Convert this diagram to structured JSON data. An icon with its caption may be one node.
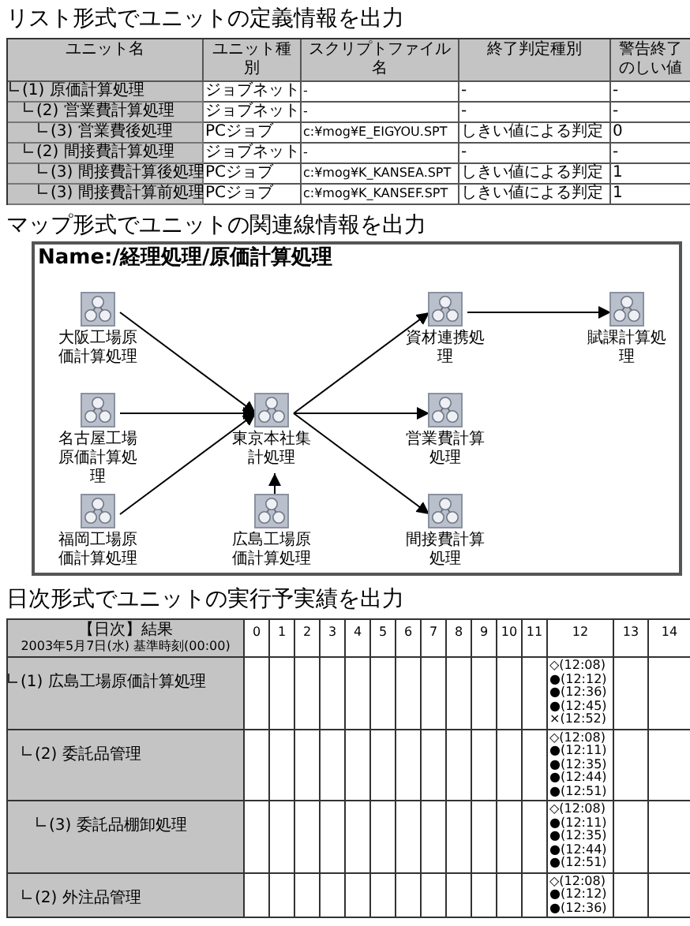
{
  "diagram": {
    "nodes": [
      {
        "text": [
          "Name:/経理処理/原価計算処理"
        ]
      },
      {
        "text": [
          "大阪工場原価計算処理"
        ],
        "in": 0
      },
      {
        "text": [
          "資材連携処理"
        ],
        "in": 0
      },
      {
        "text": [
          "賦課計算処理"
        ],
        "in": 0
      },
      {
        "text": [
          "名古屋工場原価計算処理"
        ],
        "in": 0
      },
      {
        "text": [
          "東京本社集計処理"
        ],
        "in": 0
      },
      {
        "text": [
          "営業費計算処理"
        ],
        "in": 0
      },
      {
        "text": [
          "福岡工場原価計算処理"
        ],
        "in": 0
      },
      {
        "text": [
          "広島工場原価計算処理"
        ],
        "in": 0
      },
      {
        "text": [
          "間接費計算処理"
        ],
        "in": 0
      }
    ],
    "edges": [
      {
        "from": 1,
        "to": 5,
        "arrow": "to"
      },
      {
        "from": 4,
        "to": 5,
        "arrow": "to"
      },
      {
        "from": 7,
        "to": 5,
        "arrow": "to"
      },
      {
        "from": 8,
        "to": 5,
        "arrow": "to"
      },
      {
        "from": 5,
        "to": 2,
        "arrow": "to"
      },
      {
        "from": 5,
        "to": 6,
        "arrow": "to"
      },
      {
        "from": 5,
        "to": 9,
        "arrow": "to"
      },
      {
        "from": 2,
        "to": 3,
        "arrow": "to"
      }
    ],
    "labels": [
      "リスト形式でユニットの定義情報を出力",
      "ユニット名",
      "ユニット種別",
      "スクリプトファイル名",
      "終了判定種別",
      "警告終了のしい値",
      "(1) 原価計算処理",
      "ジョブネット",
      "-",
      "-",
      "-",
      "(2) 営業費計算処理",
      "ジョブネット",
      "-",
      "-",
      "-",
      "(3) 営業費後処理",
      "PCジョブ",
      "c:¥mog¥E_EIGYOU.SPT",
      "しきい値による判定",
      "0",
      "(2) 間接費計算処理",
      "ジョブネット",
      "-",
      "-",
      "-",
      "(3) 間接費計算後処理",
      "PCジョブ",
      "c:¥mog¥K_KANSEA.SPT",
      "しきい値による判定",
      "1",
      "(3) 間接費計算前処理",
      "PCジョブ",
      "c:¥mog¥K_KANSEF.SPT",
      "しきい値による判定",
      "1",
      "マップ形式でユニットの関連線情報を出力",
      "日次形式でユニットの実行予実績を出力",
      "【日次】結果",
      "2003年5月7日(水) 基準時刻(00:00)",
      "0",
      "1",
      "2",
      "3",
      "4",
      "5",
      "6",
      "7",
      "8",
      "9",
      "10",
      "11",
      "12",
      "13",
      "14",
      "(1) 広島工場原価計算処理",
      "◇(12:08)",
      "●(12:12)",
      "●(12:36)",
      "●(12:45)",
      "×(12:52)",
      "(2) 委託品管理",
      "◇(12:08)",
      "●(12:11)",
      "●(12:35)",
      "●(12:44)",
      "●(12:51)",
      "(3) 委託品棚卸処理",
      "◇(12:08)",
      "●(12:11)",
      "●(12:35)",
      "●(12:44)",
      "●(12:51)",
      "(2) 外注品管理",
      "◇(12:08)",
      "●(12:12)",
      "●(12:36)"
    ]
  }
}
